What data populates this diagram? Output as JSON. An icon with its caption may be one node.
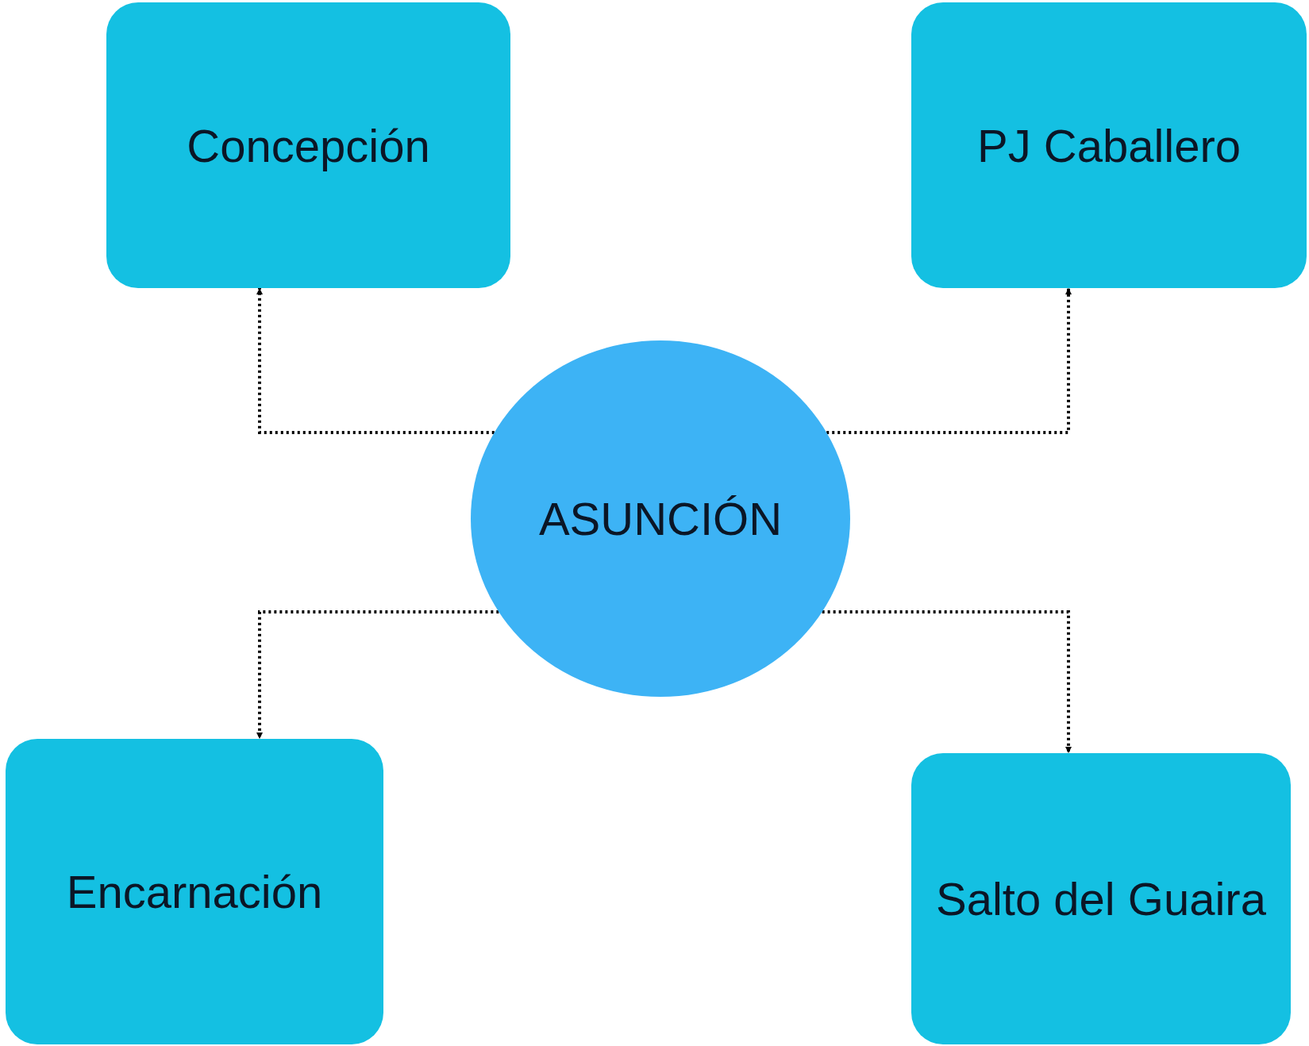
{
  "diagram": {
    "nodes": [
      {
        "text": [
          "Concepción"
        ]
      },
      {
        "text": [
          "PJ Caballero"
        ]
      },
      {
        "text": [
          "ASUNCIÓN"
        ]
      },
      {
        "text": [
          "Encarnación"
        ]
      },
      {
        "text": [
          "Salto del Guaira"
        ]
      }
    ],
    "edges": [
      {
        "from": 2,
        "to": 0,
        "arrow": "to",
        "style": "dashed"
      },
      {
        "from": 2,
        "to": 1,
        "arrow": "to",
        "style": "dashed"
      },
      {
        "from": 2,
        "to": 3,
        "arrow": "to",
        "style": "dashed"
      },
      {
        "from": 2,
        "to": 4,
        "arrow": "to",
        "style": "dashed"
      }
    ]
  }
}
